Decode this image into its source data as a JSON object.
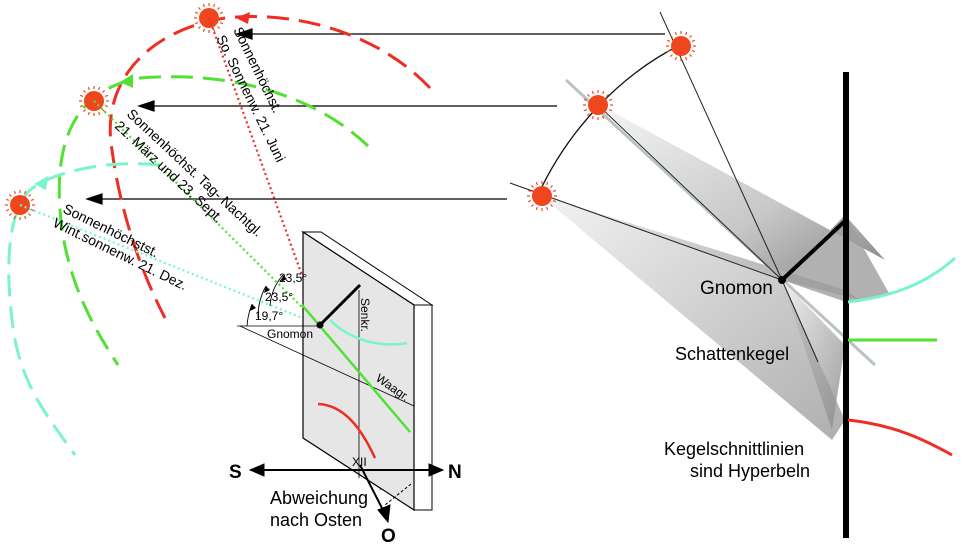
{
  "labels": {
    "summer_line1": "Sonnenhöchst.",
    "summer_line2": "So. Sonnenw. 21. Juni",
    "equinox_line1": "Sonnenhöchst. Tag- Nachtgl.",
    "equinox_line2": "21. März und 23. Sept.",
    "winter_line1": "Sonnenhöchstst.",
    "winter_line2": "Wint.sonnenw. 21. Dez.",
    "angle1": "23,5°",
    "angle2": "23,5°",
    "angle3": "19,7°",
    "gnomon_small": "Gnomon",
    "senkr": "Senkr.",
    "waagr": "Waagr.",
    "x11": "XII",
    "dir_s": "S",
    "dir_n": "N",
    "dir_o": "O",
    "abweichung_line1": "Abweichung",
    "abweichung_line2": "nach Osten",
    "gnomon_big": "Gnomon",
    "schattenkegel": "Schattenkegel",
    "kegel_line1": "Kegelschnittlinien",
    "kegel_line2": "sind Hyperbeln"
  },
  "colors": {
    "summer": "#ee2d24",
    "equinox": "#52e034",
    "winter": "#7af5c7",
    "sun": "#f0461e",
    "rod": "#000000",
    "grey_line": "#b9c3c3"
  }
}
